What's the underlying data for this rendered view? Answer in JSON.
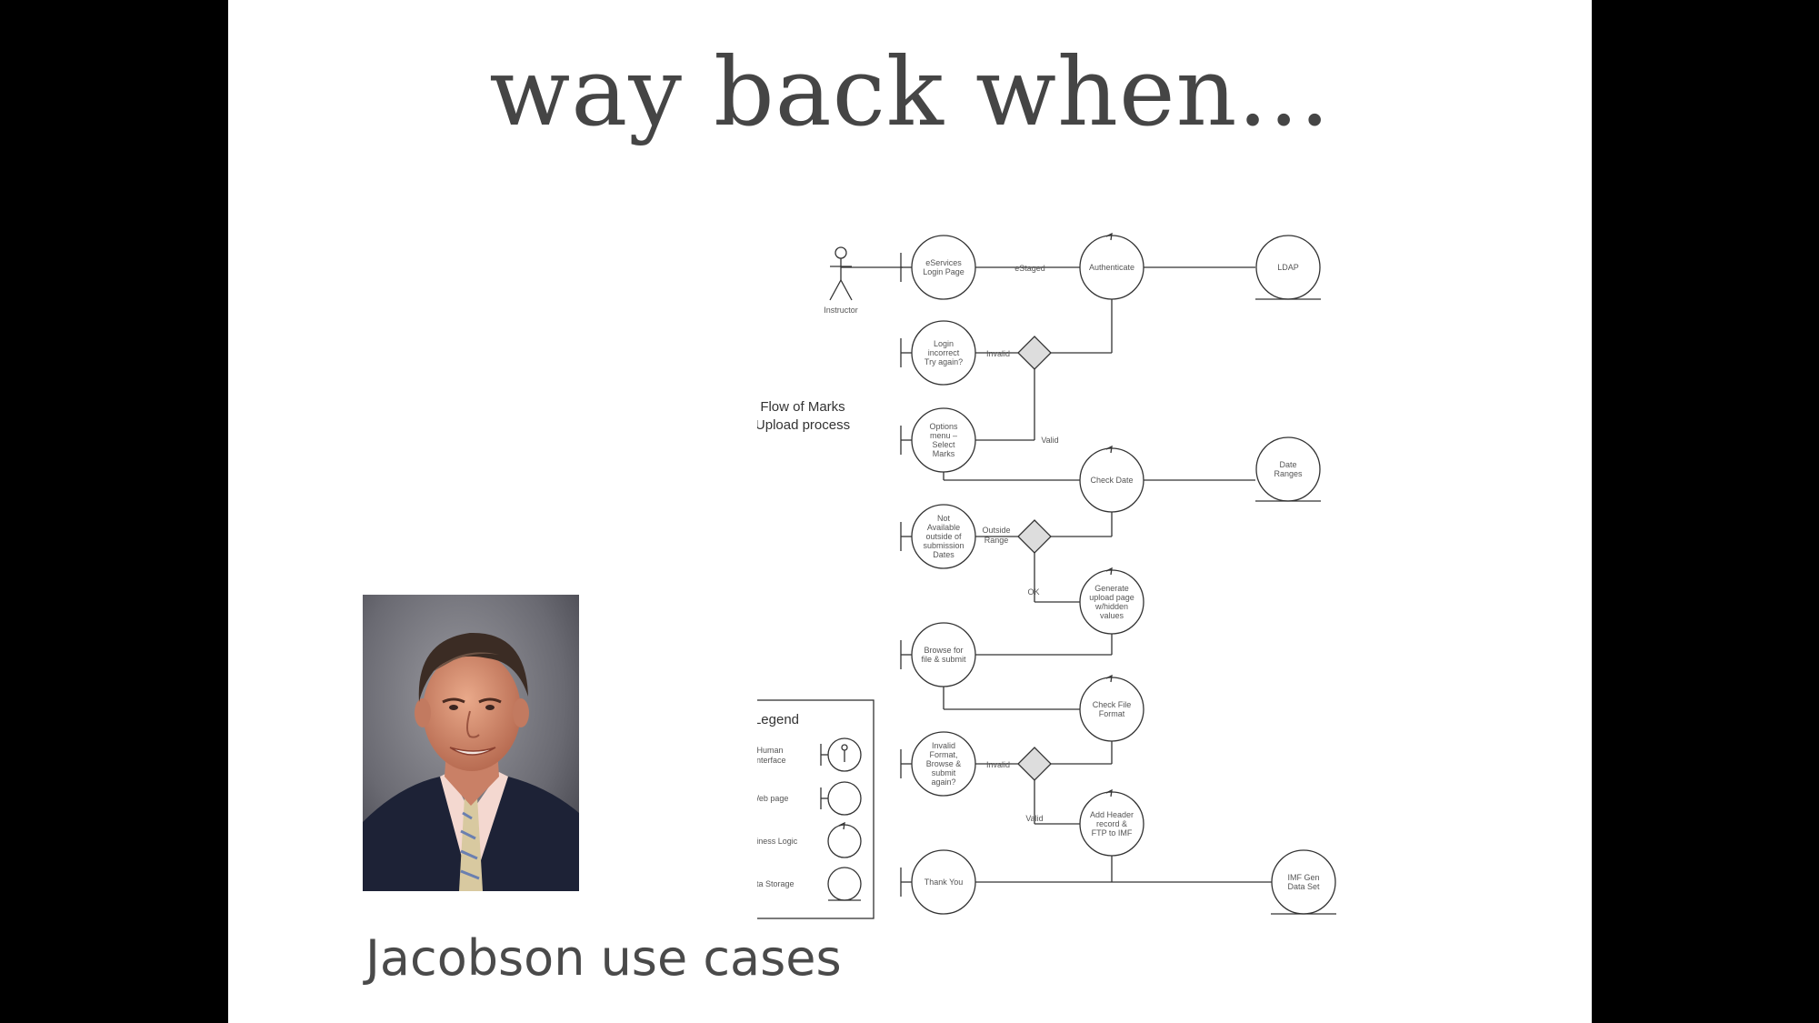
{
  "slide": {
    "title": "way back when...",
    "caption": "Jacobson use cases"
  },
  "diagram": {
    "actor_label": "Instructor",
    "flow_title_line1": "Flow of Marks",
    "flow_title_line2": "Upload process",
    "nodes": {
      "login_page": [
        "eServices",
        "Login Page"
      ],
      "authenticate": [
        "Authenticate"
      ],
      "ldap": [
        "LDAP"
      ],
      "login_incorrect": [
        "Login",
        "incorrect",
        "Try again?"
      ],
      "options_menu": [
        "Options",
        "menu –",
        "Select",
        "Marks"
      ],
      "check_date": [
        "Check Date"
      ],
      "date_ranges": [
        "Date",
        "Ranges"
      ],
      "not_available": [
        "Not",
        "Available",
        "outside of",
        "submission",
        "Dates"
      ],
      "generate_upload": [
        "Generate",
        "upload page",
        "w/hidden",
        "values"
      ],
      "browse_submit": [
        "Browse for",
        "file & submit"
      ],
      "check_file_format": [
        "Check File",
        "Format"
      ],
      "invalid_format": [
        "Invalid",
        "Format,",
        "Browse &",
        "submit",
        "again?"
      ],
      "add_header": [
        "Add Header",
        "record &",
        "FTP to IMF"
      ],
      "thank_you": [
        "Thank You"
      ],
      "imf_data": [
        "IMF Gen",
        "Data Set"
      ]
    },
    "edges": {
      "e_login_auth": "eStaged",
      "e_invalid1": "Invalid",
      "e_valid1": "Valid",
      "e_outside": [
        "Outside",
        "Range"
      ],
      "e_ok": "OK",
      "e_invalid2": "Invalid",
      "e_valid2": "Valid"
    },
    "legend": {
      "title": "Legend",
      "human_interface": [
        "Human",
        "Interface"
      ],
      "web_page": "Web page",
      "business_logic": "Business Logic",
      "data_storage": "Data Storage"
    }
  }
}
